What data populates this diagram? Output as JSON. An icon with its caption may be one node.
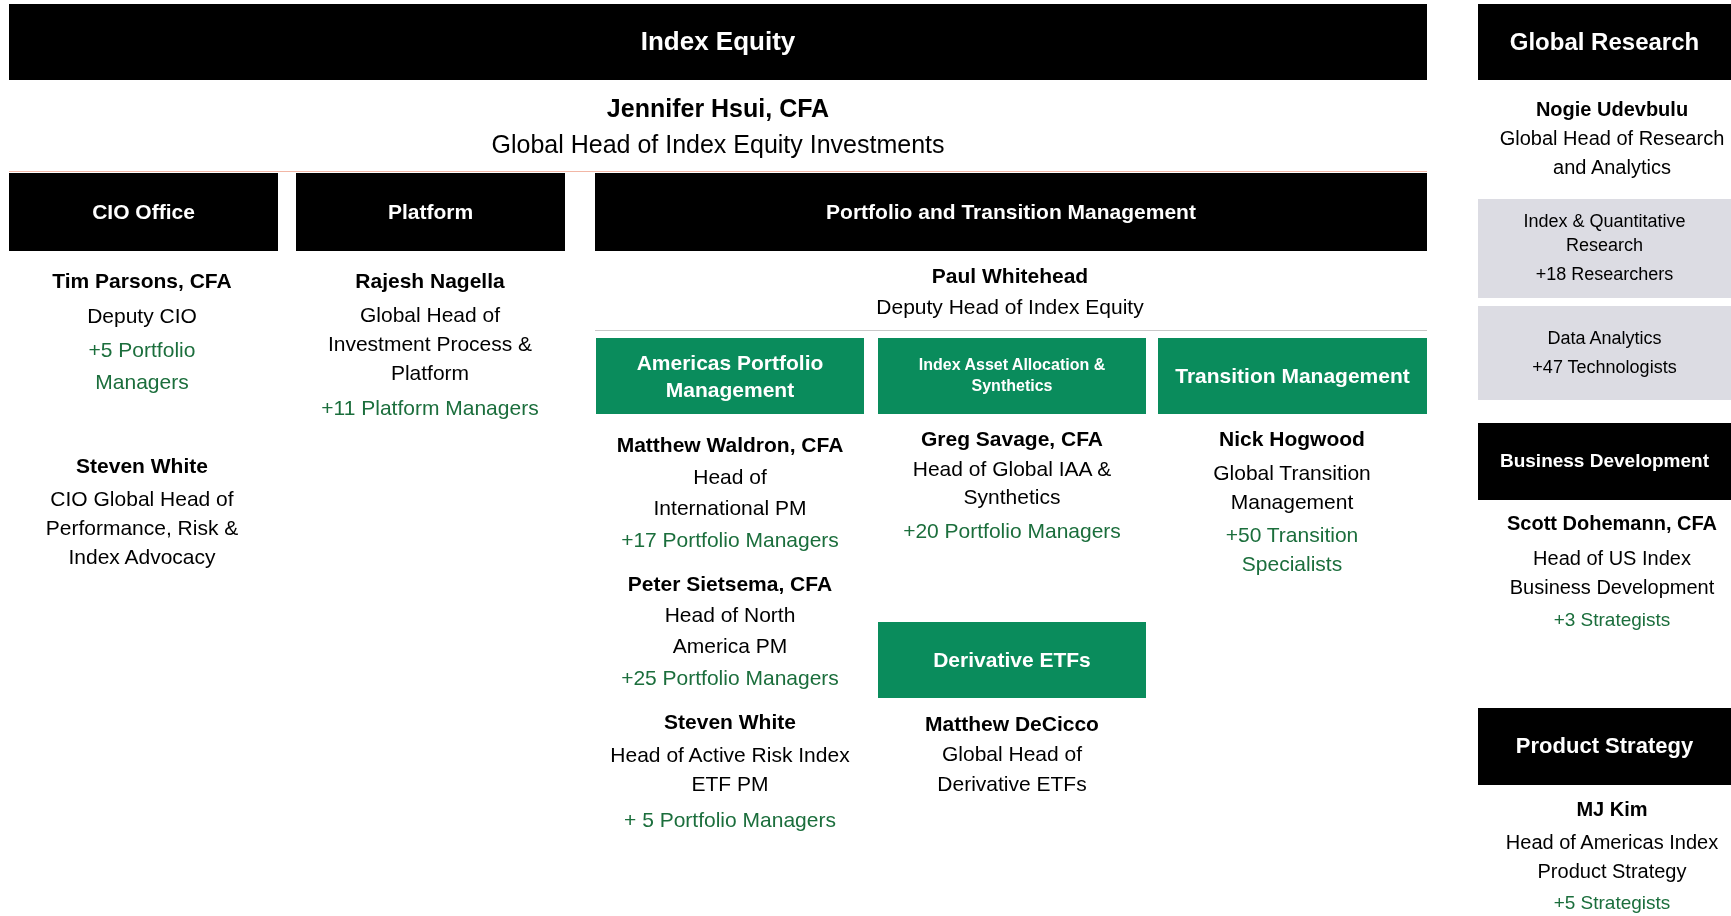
{
  "diagram": {
    "nodes": [
      {
        "text": [
          "Index Equity"
        ]
      },
      {
        "text": [
          "Global Research"
        ]
      },
      {
        "text": [
          "CIO Office"
        ]
      },
      {
        "text": [
          "Platform"
        ]
      },
      {
        "text": [
          "Portfolio and Transition Management"
        ]
      },
      {
        "text": [
          "Index & Quantitative Research",
          "+18 Researchers"
        ]
      },
      {
        "text": [
          "Data Analytics",
          "+47 Technologists"
        ]
      },
      {
        "text": [
          "Americas Portfolio Management"
        ]
      },
      {
        "text": [
          "Index Asset Allocation & Synthetics"
        ]
      },
      {
        "text": [
          "Transition Management"
        ]
      },
      {
        "text": [
          "Business Development"
        ]
      },
      {
        "text": [
          "Derivative ETFs"
        ]
      },
      {
        "text": [
          "Product Strategy"
        ]
      }
    ],
    "edges": [],
    "labels": [
      "Jennifer Hsui, CFA",
      "Global Head of Index Equity Investments",
      "Nogie Udevbulu",
      "Global Head of Research and Analytics",
      "Tim Parsons, CFA",
      "Deputy CIO",
      "+5 Portfolio Managers",
      "Steven White",
      "CIO Global Head of Performance, Risk & Index Advocacy",
      "Rajesh Nagella",
      "Global Head of Investment Process & Platform",
      "+11 Platform Managers",
      "Paul Whitehead",
      "Deputy Head of Index Equity",
      "Matthew Waldron, CFA",
      "Head of International PM",
      "+17 Portfolio Managers",
      "Peter Sietsema, CFA",
      "Head of North America PM",
      "+25 Portfolio Managers",
      "Steven White",
      "Head of Active Risk Index ETF PM",
      "+ 5 Portfolio Managers",
      "Greg Savage, CFA",
      "Head of Global IAA & Synthetics",
      "+20 Portfolio Managers",
      "Matthew DeCicco",
      "Global Head of Derivative ETFs",
      "Nick Hogwood",
      "Global Transition Management",
      "+50 Transition Specialists",
      "Scott Dohemann, CFA",
      "Head of US Index Business Development",
      "+3 Strategists",
      "MJ Kim",
      "Head of Americas Index Product Strategy",
      "+5 Strategists"
    ]
  }
}
